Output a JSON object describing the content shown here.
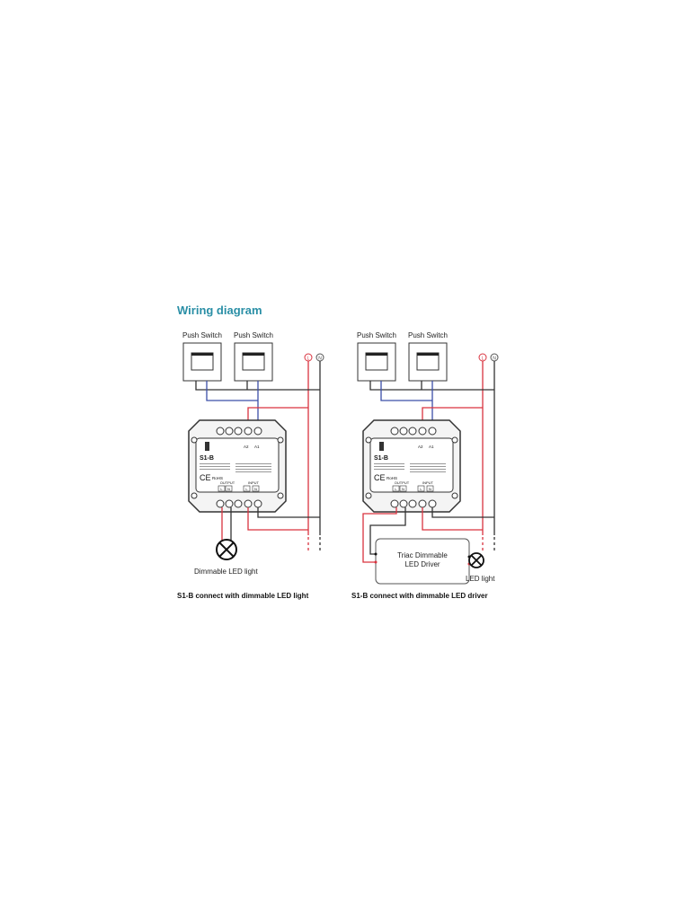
{
  "title": "Wiring diagram",
  "colors": {
    "title": "#2a8fa6",
    "live_wire": "#d9333f",
    "neutral_wire": "#333333",
    "switch_wire": "#3b4fa8"
  },
  "left": {
    "switch_labels": [
      "Push Switch",
      "Push Switch"
    ],
    "terminal_L": "L",
    "terminal_N": "N",
    "load_label": "Dimmable LED light",
    "caption": "S1-B connect with dimmable LED light"
  },
  "right": {
    "switch_labels": [
      "Push Switch",
      "Push Switch"
    ],
    "terminal_L": "L",
    "terminal_N": "N",
    "driver_label_line1": "Triac Dimmable",
    "driver_label_line2": "LED Driver",
    "load_label": "LED light",
    "caption": "S1-B connect with dimmable LED driver"
  },
  "module": {
    "model": "S1-B",
    "a2": "A2",
    "a1": "A1",
    "ce": "CE",
    "rohs": "RoHS",
    "output": "OUTPUT",
    "input": "INPUT",
    "l": "L",
    "n": "N"
  }
}
